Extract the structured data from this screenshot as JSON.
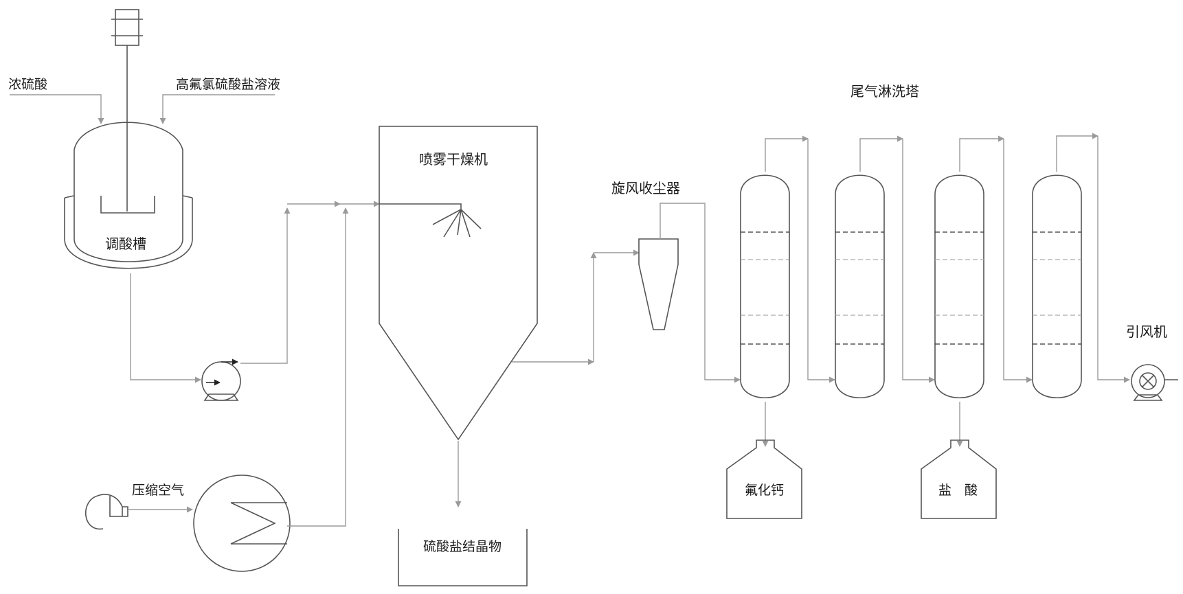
{
  "labels": {
    "concentrated_sulfuric_acid": "浓硫酸",
    "perchlorate_solution": "高氟氯硫酸盐溶液",
    "acid_tank": "调酸槽",
    "spray_dryer": "喷雾干燥机",
    "cyclone": "旋风收尘器",
    "scrubber_towers": "尾气淋洗塔",
    "induced_fan": "引风机",
    "compressed_air": "压缩空气",
    "sulfate_crystal": "硫酸盐结晶物",
    "calcium_fluoride": "氟化钙",
    "hydrochloric_acid": "盐　酸"
  },
  "colors": {
    "equipment_stroke": "#555555",
    "pipe_stroke": "#9a9a9a",
    "text": "#1a1a1a"
  }
}
